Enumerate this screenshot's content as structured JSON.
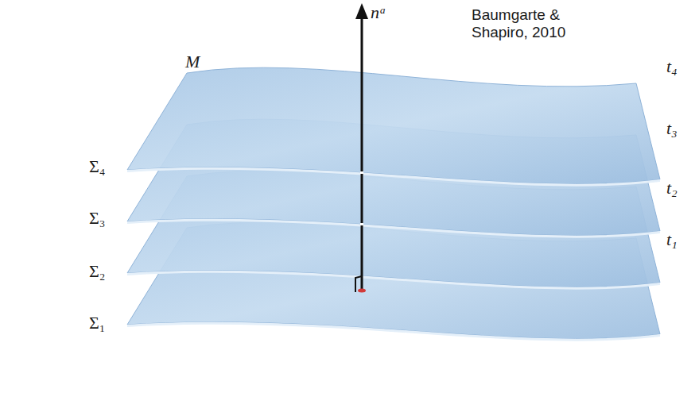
{
  "diagram": {
    "labels": [
      "Baumgarte & Shapiro, 2010",
      "M",
      "nᵃ",
      "Σ₄",
      "Σ₃",
      "Σ₂",
      "Σ₁",
      "t₄",
      "t₃",
      "t₂",
      "t₁"
    ]
  }
}
